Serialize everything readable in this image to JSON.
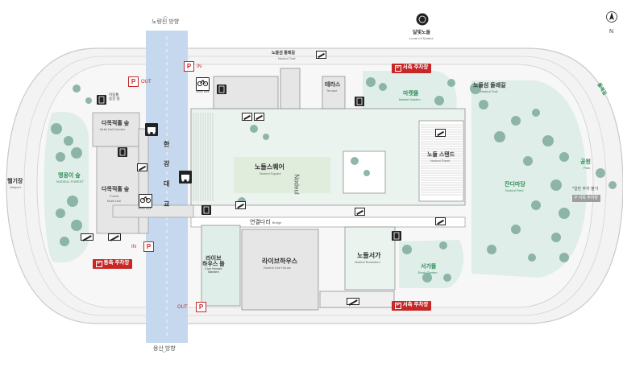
{
  "colors": {
    "track": "#f2f2f2",
    "trackLine": "#c8c8c8",
    "river": "#c5d8ee",
    "building": "#e6e6e6",
    "garden": "#dfeee9",
    "tree": "#7fa99d",
    "parking": "#c62828",
    "accent": "#2e8b57"
  },
  "compass": {
    "letter": "N"
  },
  "top": {
    "north_direction": "노량진 방향",
    "lunar": {
      "ko": "달빛노들",
      "en": "Lunar Lit Nodeul"
    },
    "trail_top": {
      "ko": "노들섬 둘레길",
      "en": "Nodeul Trail"
    }
  },
  "bottom": {
    "south_direction": "용산 방향"
  },
  "road": {
    "chars": [
      "한",
      "강",
      "대",
      "교"
    ]
  },
  "parking": {
    "west_lot": "동측 주차장",
    "east_lot_top": "서측 주차장",
    "east_lot_bottom": "서측 주차장",
    "general_ban": "*일반 주차 불가",
    "east_lot_small": "서측 주차장",
    "p": "P",
    "out": "OUT",
    "in": "IN"
  },
  "areas": {
    "heliport": {
      "ko": "헬기장",
      "en": "Heliport"
    },
    "forest": {
      "ko": "맹꽁이 숲",
      "en": "NODEUL FOREST"
    },
    "multihall_garden": {
      "ko": "다목적홀 숲",
      "en": "Multi-Hall Garden"
    },
    "forest_multihall": {
      "ko": "다목적홀 숲",
      "en1": "Forest",
      "en2": "Multi-Hall"
    },
    "elevator": {
      "ko1": "이동통",
      "ko2": "승강 실"
    },
    "terrace": {
      "ko": "테라스",
      "en": "Terrace"
    },
    "market_garden": {
      "ko": "마켓뜰",
      "en": "Market Garden"
    },
    "trail_east": {
      "ko": "노들섬 둘레길",
      "en": "Nodeul Trail"
    },
    "trail_vertical": {
      "ko": "둘레길"
    },
    "park": {
      "ko": "공원",
      "en": "Park"
    },
    "lawn": {
      "ko": "잔디마당",
      "en": "Nodeul Field"
    },
    "square": {
      "ko": "노들스퀘어",
      "en": "Nodeul Square"
    },
    "nodeul": {
      "text": "Nodeul"
    },
    "stand": {
      "ko": "노들 스탠드",
      "en": "Nodeul Stand"
    },
    "bridge": {
      "ko": "연결다리",
      "en": "Bridge"
    },
    "livehouse_garden": {
      "ko1": "라이브",
      "ko2": "하우스 뜰",
      "en1": "Live House",
      "en2": "Garden"
    },
    "livehouse": {
      "ko": "라이브하우스",
      "en": "Nodeul Live House"
    },
    "bookstore": {
      "ko": "노들서가",
      "en": "Nodeul Bookstore"
    },
    "book_garden": {
      "ko": "서가뜰",
      "en": "Book Garden"
    },
    "bike_label": "Seoul Bike"
  }
}
